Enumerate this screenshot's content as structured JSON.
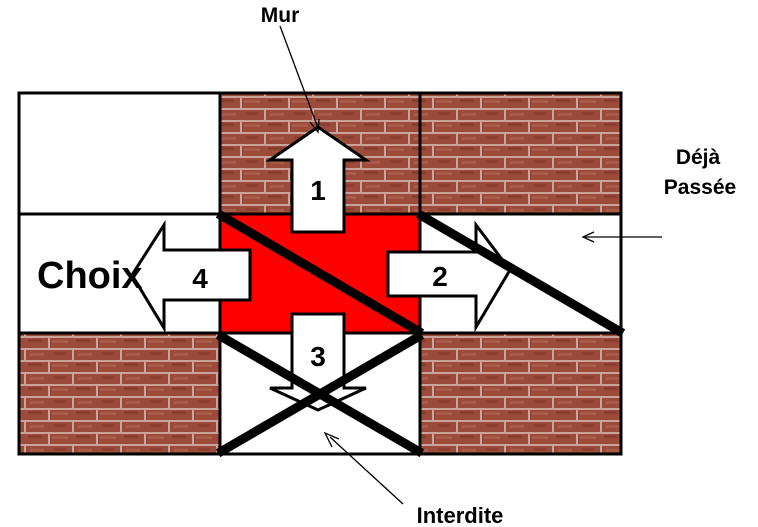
{
  "labels": {
    "wall": "Mur",
    "visited_line1": "Déjà",
    "visited_line2": "Passée",
    "choice": "Choix",
    "forbidden": "Interdite"
  },
  "arrows": [
    {
      "number": "1",
      "direction": "up"
    },
    {
      "number": "2",
      "direction": "right"
    },
    {
      "number": "3",
      "direction": "down"
    },
    {
      "number": "4",
      "direction": "left"
    }
  ],
  "colors": {
    "current_cell": "#ff0000",
    "brick": "#9c4a3a",
    "mortar": "#c9a399",
    "empty_cell": "#ffffff",
    "line": "#000000"
  }
}
